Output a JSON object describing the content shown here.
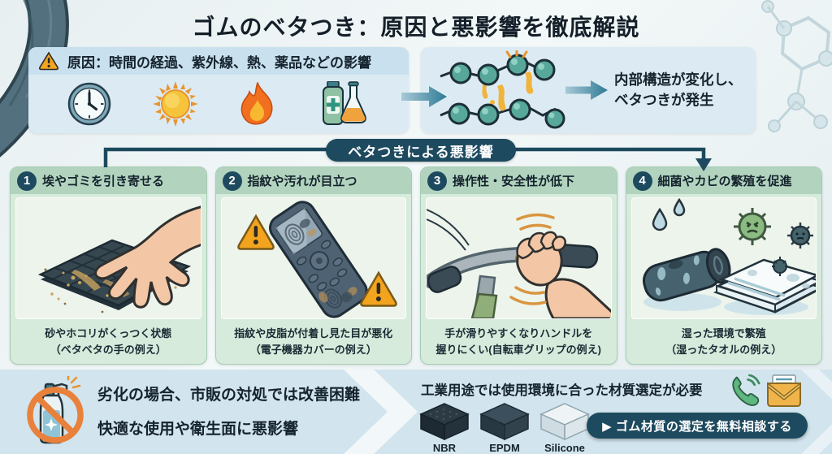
{
  "title": "ゴムのベタつき：原因と悪影響を徹底解説",
  "causes": {
    "heading": "原因：時間の経過、紫外線、熱、薬品などの影響",
    "icon_names": [
      "warning-icon",
      "clock-icon",
      "sun-icon",
      "fire-icon",
      "chemicals-icon"
    ],
    "result_line1": "内部構造が変化し、",
    "result_line2": "ベタつきが発生"
  },
  "banner_label": "ベタつきによる悪影響",
  "effects": [
    {
      "number": "1",
      "title": "埃やゴミを引き寄せる",
      "caption1": "砂やホコリがくっつく状態",
      "caption2": "（ベタベタの手の例え）",
      "illustration": "hand-on-dusty-rubber-mat"
    },
    {
      "number": "2",
      "title": "指紋や汚れが目立つ",
      "caption1": "指紋や皮脂が付着し見た目が悪化",
      "caption2": "（電子機器カバーの例え）",
      "illustration": "phone-with-fingerprints"
    },
    {
      "number": "3",
      "title": "操作性・安全性が低下",
      "caption1": "手が滑りやすくなりハンドルを",
      "caption2": "握りにくい(自転車グリップの例え)",
      "illustration": "slippery-bicycle-grip"
    },
    {
      "number": "4",
      "title": "細菌やカビの繁殖を促進",
      "caption1": "湿った環境で繁殖",
      "caption2": "（湿ったタオルの例え）",
      "illustration": "wet-towel-with-germs"
    }
  ],
  "footer": {
    "warning_line1": "劣化の場合、市販の対処では改善困難",
    "warning_line2": "快適な使用や衛生面に悪影響",
    "no_spray_icon": "prohibited-spray-icon",
    "industrial_heading": "工業用途では使用環境に合った材質選定が必要",
    "materials": [
      {
        "label": "NBR"
      },
      {
        "label": "EPDM"
      },
      {
        "label": "Silicone"
      }
    ],
    "contact_icon_names": [
      "phone-icon",
      "mail-icon"
    ],
    "cta_label": "▶ ゴム材質の選定を無料相談する"
  },
  "colors": {
    "accent_teal_dark": "#1d4a5e",
    "arrow_teal": "#2e7d99",
    "cause_box_bg": "#dcebf3",
    "cause_header_bg": "#c9e0ee",
    "panel_header_bg": "#b2d4bf",
    "panel_caption_bg": "#d7ebdc",
    "footer_band_bg": "#d2e4ed",
    "warning_orange": "#f2a41f",
    "molecule_teal": "#57a89b",
    "goo_yellow": "#f0b43c",
    "text_dark": "#15232e"
  }
}
